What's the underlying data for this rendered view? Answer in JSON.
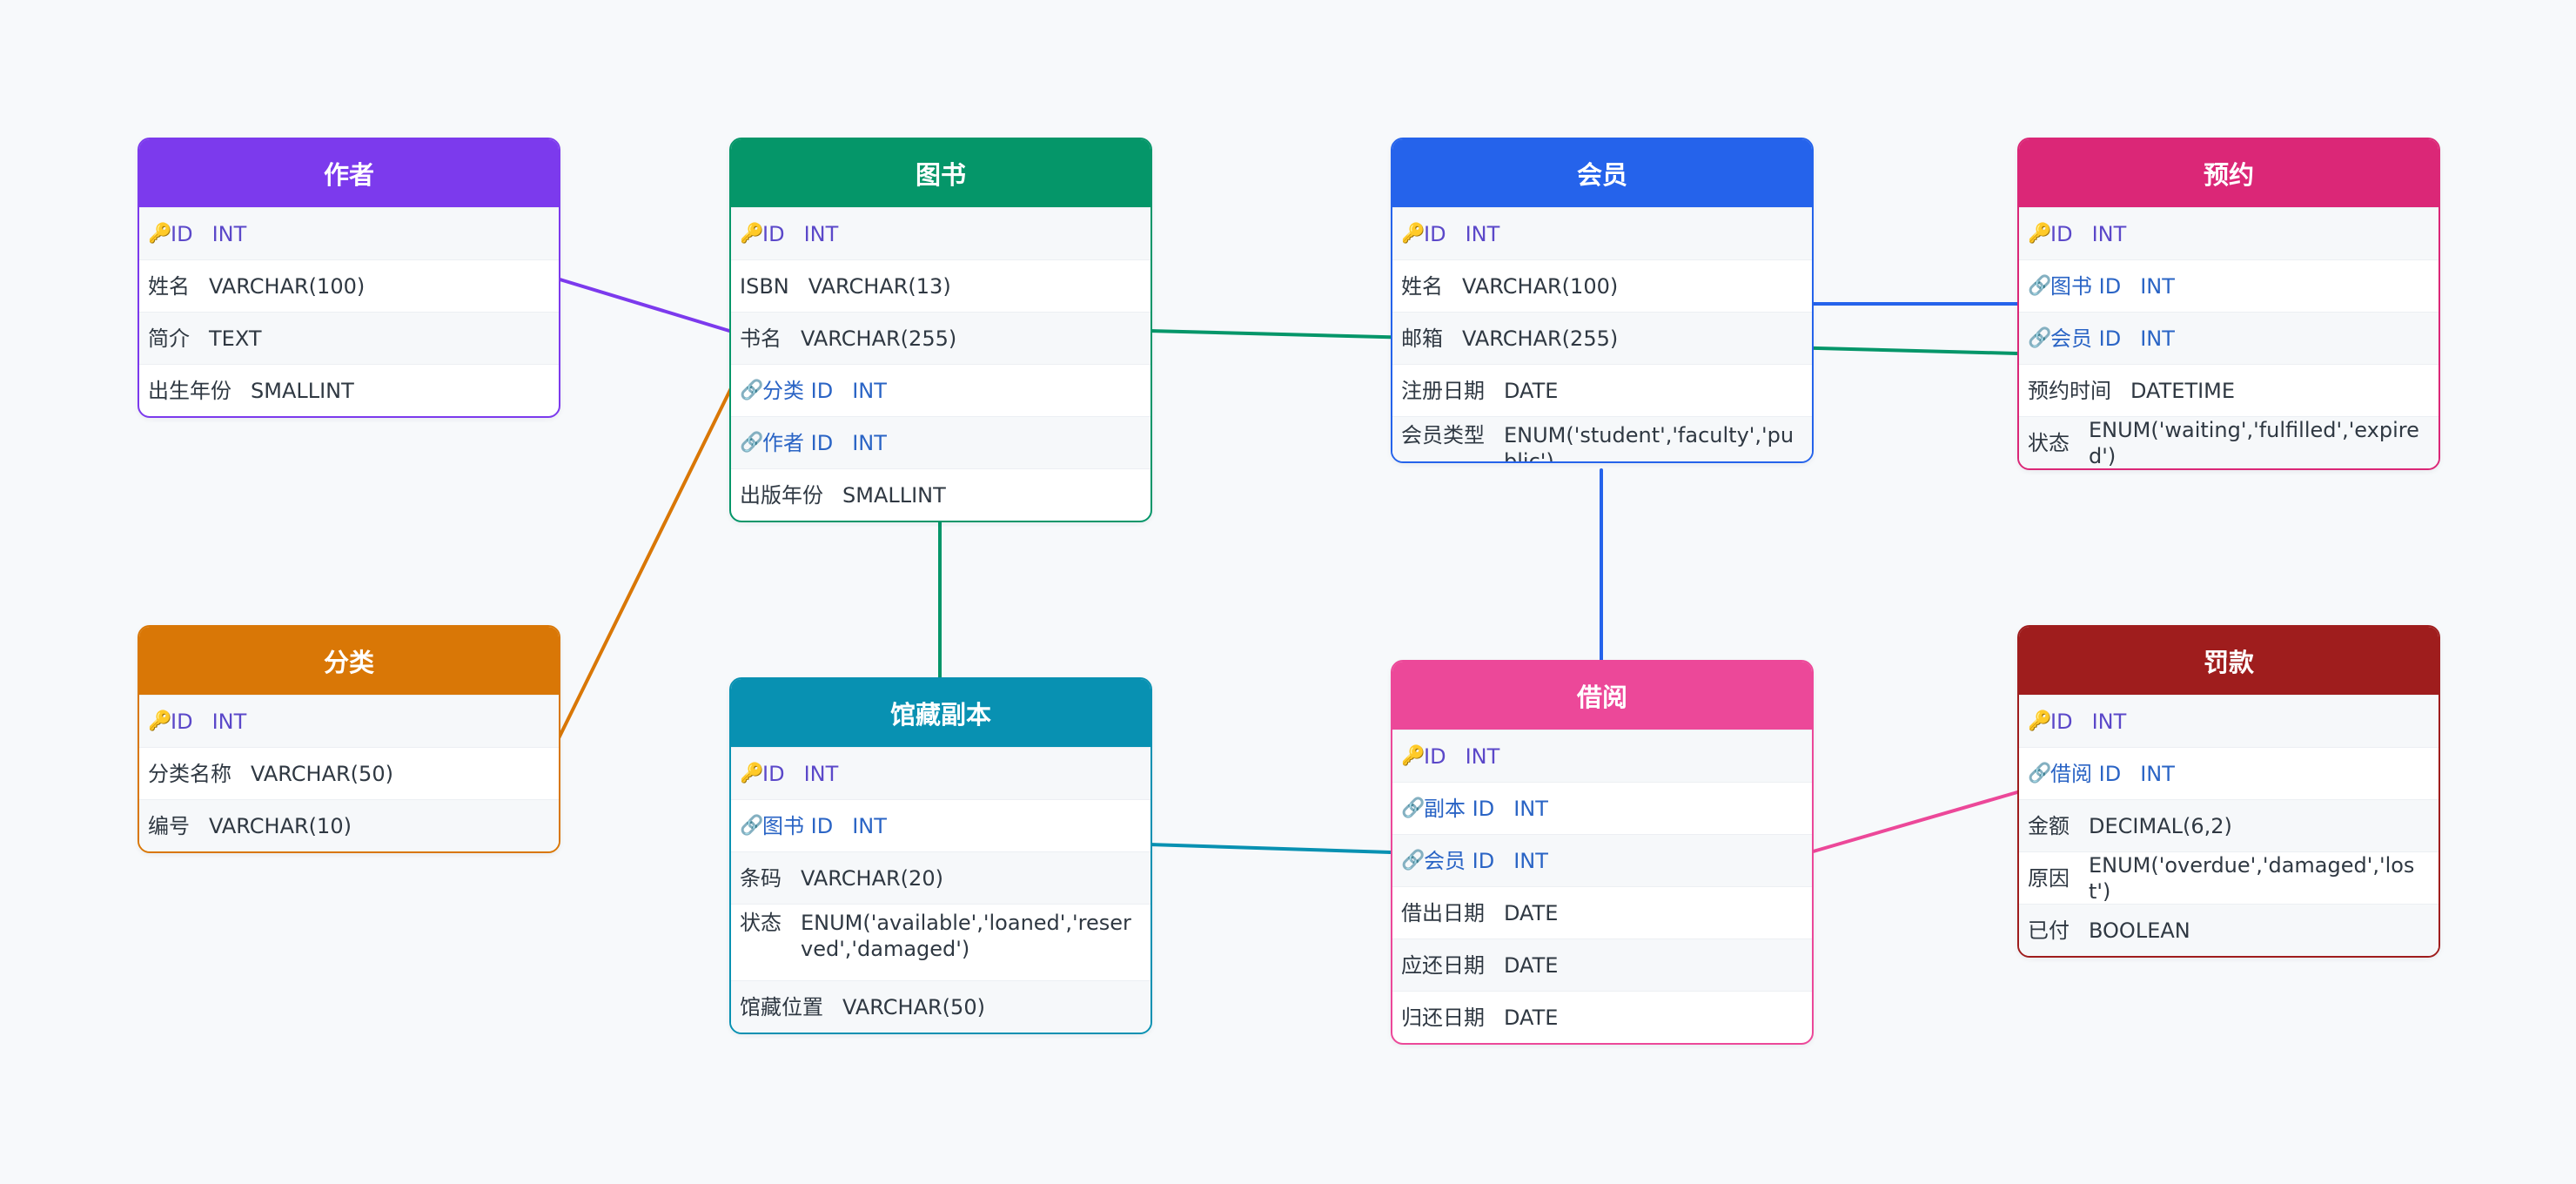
{
  "tables": [
    {
      "id": "author",
      "name": "作者",
      "color": "#7c3aed",
      "fields": [
        {
          "name": "ID",
          "type": "INT",
          "key": "pk"
        },
        {
          "name": "姓名",
          "type": "VARCHAR(100)",
          "key": ""
        },
        {
          "name": "简介",
          "type": "TEXT",
          "key": ""
        },
        {
          "name": "出生年份",
          "type": "SMALLINT",
          "key": ""
        }
      ]
    },
    {
      "id": "category",
      "name": "分类",
      "color": "#d97706",
      "fields": [
        {
          "name": "ID",
          "type": "INT",
          "key": "pk"
        },
        {
          "name": "分类名称",
          "type": "VARCHAR(50)",
          "key": ""
        },
        {
          "name": "编号",
          "type": "VARCHAR(10)",
          "key": ""
        }
      ]
    },
    {
      "id": "book",
      "name": "图书",
      "color": "#059669",
      "fields": [
        {
          "name": "ID",
          "type": "INT",
          "key": "pk"
        },
        {
          "name": "ISBN",
          "type": "VARCHAR(13)",
          "key": ""
        },
        {
          "name": "书名",
          "type": "VARCHAR(255)",
          "key": ""
        },
        {
          "name": "分类 ID",
          "type": "INT",
          "key": "fk"
        },
        {
          "name": "作者 ID",
          "type": "INT",
          "key": "fk"
        },
        {
          "name": "出版年份",
          "type": "SMALLINT",
          "key": ""
        }
      ]
    },
    {
      "id": "copy",
      "name": "馆藏副本",
      "color": "#0891b2",
      "fields": [
        {
          "name": "ID",
          "type": "INT",
          "key": "pk"
        },
        {
          "name": "图书 ID",
          "type": "INT",
          "key": "fk"
        },
        {
          "name": "条码",
          "type": "VARCHAR(20)",
          "key": ""
        },
        {
          "name": "状态",
          "type": "ENUM('available','loaned','reserved','damaged')",
          "key": ""
        },
        {
          "name": "馆藏位置",
          "type": "VARCHAR(50)",
          "key": ""
        }
      ]
    },
    {
      "id": "member",
      "name": "会员",
      "color": "#2563eb",
      "fields": [
        {
          "name": "ID",
          "type": "INT",
          "key": "pk"
        },
        {
          "name": "姓名",
          "type": "VARCHAR(100)",
          "key": ""
        },
        {
          "name": "邮箱",
          "type": "VARCHAR(255)",
          "key": ""
        },
        {
          "name": "注册日期",
          "type": "DATE",
          "key": ""
        },
        {
          "name": "会员类型",
          "type": "ENUM('student','faculty','public')",
          "key": ""
        }
      ]
    },
    {
      "id": "loan",
      "name": "借阅",
      "color": "#ec4899",
      "fields": [
        {
          "name": "ID",
          "type": "INT",
          "key": "pk"
        },
        {
          "name": "副本 ID",
          "type": "INT",
          "key": "fk"
        },
        {
          "name": "会员 ID",
          "type": "INT",
          "key": "fk"
        },
        {
          "name": "借出日期",
          "type": "DATE",
          "key": ""
        },
        {
          "name": "应还日期",
          "type": "DATE",
          "key": ""
        },
        {
          "name": "归还日期",
          "type": "DATE",
          "key": ""
        }
      ]
    },
    {
      "id": "reservation",
      "name": "预约",
      "color": "#db2777",
      "fields": [
        {
          "name": "ID",
          "type": "INT",
          "key": "pk"
        },
        {
          "name": "图书 ID",
          "type": "INT",
          "key": "fk"
        },
        {
          "name": "会员 ID",
          "type": "INT",
          "key": "fk"
        },
        {
          "name": "预约时间",
          "type": "DATETIME",
          "key": ""
        },
        {
          "name": "状态",
          "type": "ENUM('waiting','fulfilled','expired')",
          "key": ""
        }
      ]
    },
    {
      "id": "fine",
      "name": "罚款",
      "color": "#9f1d1d",
      "fields": [
        {
          "name": "ID",
          "type": "INT",
          "key": "pk"
        },
        {
          "name": "借阅 ID",
          "type": "INT",
          "key": "fk"
        },
        {
          "name": "金额",
          "type": "DECIMAL(6,2)",
          "key": ""
        },
        {
          "name": "原因",
          "type": "ENUM('overdue','damaged','lost')",
          "key": ""
        },
        {
          "name": "已付",
          "type": "BOOLEAN",
          "key": ""
        }
      ]
    }
  ],
  "relationships": [
    {
      "from": "author",
      "to": "book",
      "color": "#7c3aed"
    },
    {
      "from": "category",
      "to": "book",
      "color": "#d97706"
    },
    {
      "from": "book",
      "to": "copy",
      "color": "#059669"
    },
    {
      "from": "book",
      "to": "reservation",
      "color": "#059669"
    },
    {
      "from": "member",
      "to": "reservation",
      "color": "#2563eb"
    },
    {
      "from": "member",
      "to": "loan",
      "color": "#2563eb"
    },
    {
      "from": "copy",
      "to": "loan",
      "color": "#0891b2"
    },
    {
      "from": "loan",
      "to": "fine",
      "color": "#ec4899"
    }
  ],
  "icons": {
    "primary_key": "key-icon",
    "foreign_key": "link-icon"
  }
}
